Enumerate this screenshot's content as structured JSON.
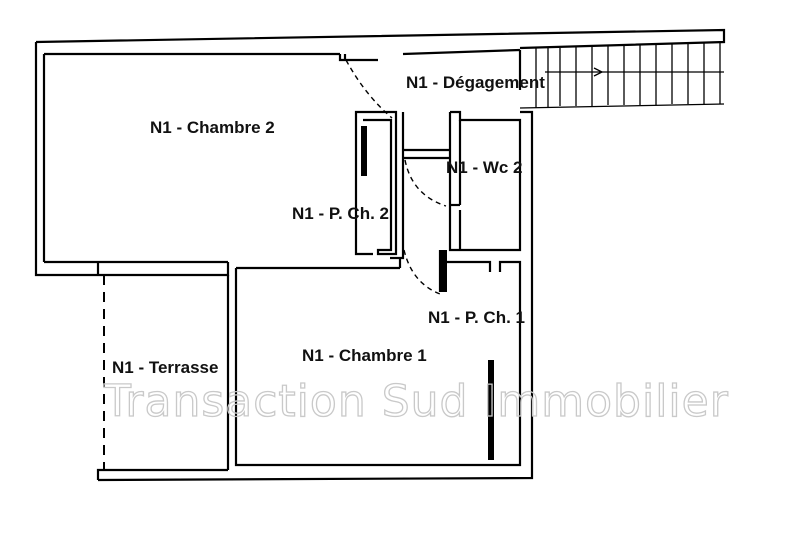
{
  "rooms": {
    "chambre2": "N1 - Chambre 2",
    "degagement": "N1 - Dégagement",
    "wc2": "N1 - Wc 2",
    "pch2": "N1 - P. Ch. 2",
    "pch1": "N1 - P. Ch. 1",
    "terrasse": "N1 - Terrasse",
    "chambre1": "N1 - Chambre 1"
  },
  "watermark": "Transaction Sud Immobilier",
  "colors": {
    "walls": "#000000",
    "watermark": "#c9c9c9",
    "background": "#ffffff"
  }
}
